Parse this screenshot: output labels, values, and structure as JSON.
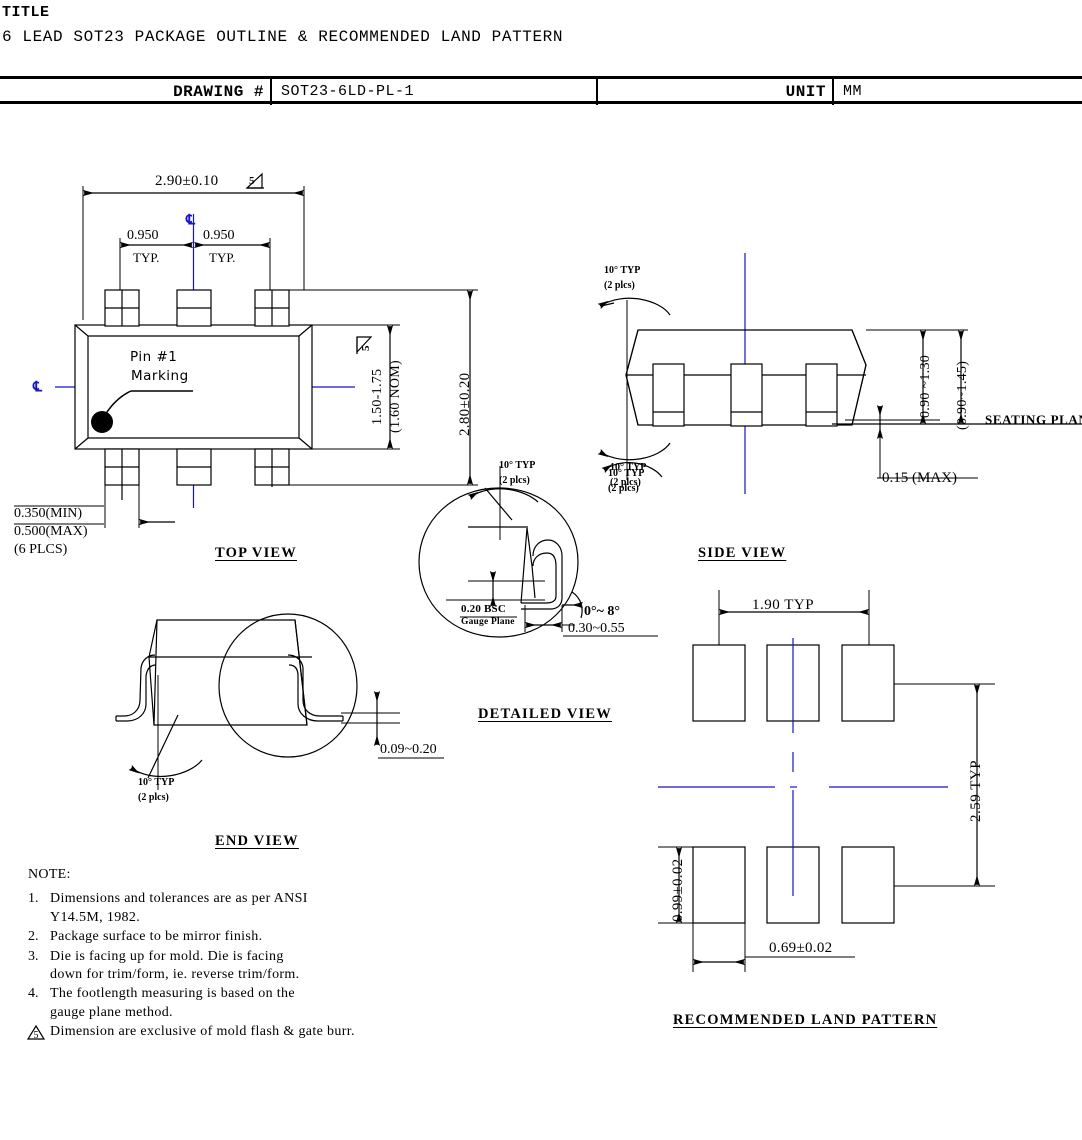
{
  "header": {
    "title_label": "TITLE",
    "title_text": "6 LEAD SOT23 PACKAGE OUTLINE & RECOMMENDED LAND PATTERN",
    "drawing_label": "DRAWING #",
    "drawing_value": "SOT23-6LD-PL-1",
    "unit_label": "UNIT",
    "unit_value": "MM"
  },
  "views": {
    "top": "TOP VIEW",
    "side": "SIDE VIEW",
    "detailed": "DETAILED VIEW",
    "end": "END VIEW",
    "land": "RECOMMENDED LAND PATTERN"
  },
  "top_view": {
    "width_dim": "2.90±0.10",
    "pitch_left": "0.950",
    "pitch_left_typ": "TYP.",
    "pitch_right": "0.950",
    "pitch_right_typ": "TYP.",
    "body_width_dim": "1.50-1.75",
    "body_width_nom": "(1.60 NOM)",
    "overall_len_dim": "2.80±0.20",
    "pin1_line1": "Pin #1",
    "pin1_line2": "Marking",
    "lead_width_min": "0.350(MIN)",
    "lead_width_max": "0.500(MAX)",
    "lead_width_plcs": "(6 PLCS)",
    "centerline_symbol": "℄",
    "note_flag": "5"
  },
  "side_view": {
    "angle_top_1": "10° TYP",
    "angle_top_2": "(2 plcs)",
    "angle_bot_1": "10° TYP",
    "angle_bot_2": "(2 plcs)",
    "height_body": "0.90 ~1.30",
    "height_overall": "(0.90~1.45)",
    "standoff": "0.15 (MAX)",
    "seating_plane": "SEATING PLANE"
  },
  "detailed_view": {
    "angle_1": "10° TYP",
    "angle_2": "(2 plcs)",
    "gauge_dim": "0.20 BSC",
    "gauge_label": "Gauge Plane",
    "foot_angle": "0°~ 8°",
    "foot_length": "0.30~0.55"
  },
  "end_view": {
    "angle_1": "10° TYP",
    "angle_2": "(2 plcs)",
    "lead_thickness": "0.09~0.20"
  },
  "land_pattern": {
    "pitch_dim": "1.90 TYP",
    "span_dim": "2.59 TYP",
    "pad_height": "0.99±0.02",
    "pad_width": "0.69±0.02"
  },
  "notes": {
    "heading": "NOTE:",
    "items": [
      {
        "num": "1.",
        "lines": [
          "Dimensions and tolerances are as per ANSI",
          "Y14.5M, 1982."
        ]
      },
      {
        "num": "2.",
        "lines": [
          "Package surface to be mirror finish."
        ]
      },
      {
        "num": "3.",
        "lines": [
          "Die is facing up for mold. Die is facing",
          "down for trim/form, ie. reverse trim/form."
        ]
      },
      {
        "num": "4.",
        "lines": [
          "The footlength measuring is based on the",
          "gauge plane method."
        ]
      },
      {
        "num": "5",
        "triangle": true,
        "lines": [
          "Dimension are exclusive of mold flash & gate burr."
        ]
      }
    ]
  },
  "colors": {
    "ink": "#000000",
    "centerline": "#1414c8"
  }
}
